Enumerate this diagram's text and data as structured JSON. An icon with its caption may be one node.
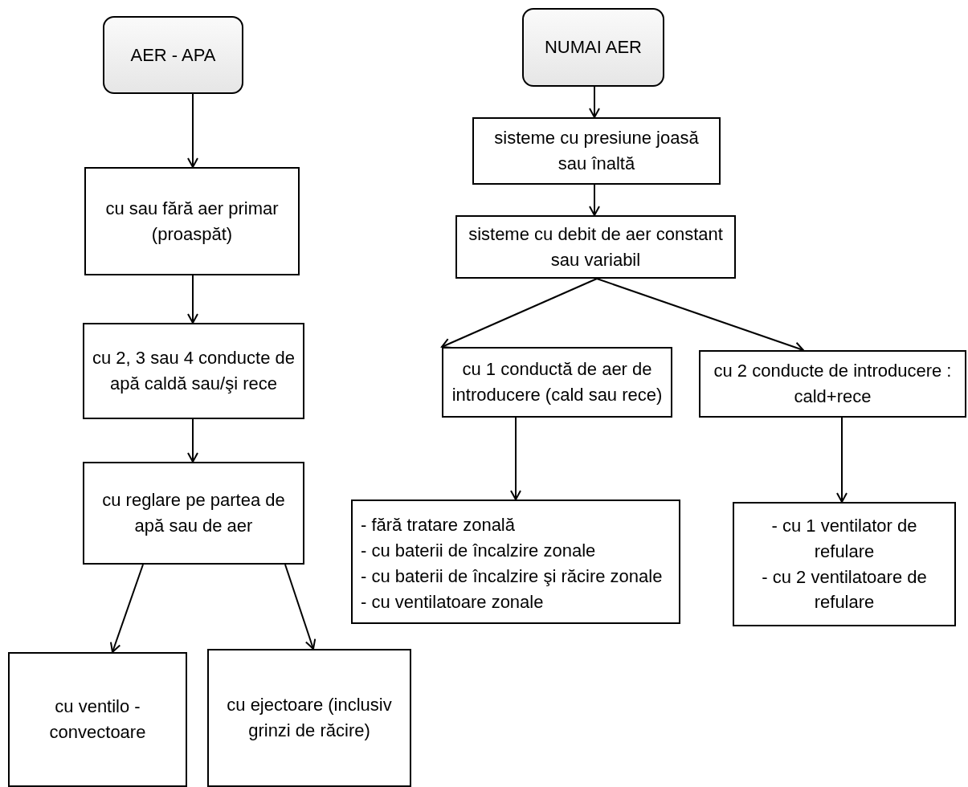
{
  "diagram": {
    "nodes": [
      {
        "text": [
          "AER - APA"
        ]
      },
      {
        "text": [
          "cu sau fără aer primar (proaspăt)"
        ]
      },
      {
        "text": [
          "cu 2, 3 sau 4 conducte de apă caldă sau/şi rece"
        ]
      },
      {
        "text": [
          "cu reglare pe partea de apă sau de aer"
        ]
      },
      {
        "text": [
          "cu ventilo - convectoare"
        ]
      },
      {
        "text": [
          "cu ejectoare (inclusiv grinzi de răcire)"
        ]
      },
      {
        "text": [
          "NUMAI AER"
        ]
      },
      {
        "text": [
          "sisteme cu presiune joasă sau înaltă"
        ]
      },
      {
        "text": [
          "sisteme cu debit de aer constant sau variabil"
        ]
      },
      {
        "text": [
          "cu 1 conductă de aer de introducere (cald sau rece)"
        ]
      },
      {
        "text": [
          "cu 2 conducte de introducere : cald+rece"
        ]
      },
      {
        "text": [
          "- fără tratare zonală",
          "- cu baterii de încalzire zonale",
          "- cu baterii de încalzire şi răcire zonale",
          "- cu ventilatoare zonale"
        ]
      },
      {
        "text": [
          "- cu 1 ventilator de refulare",
          "- cu 2 ventilatoare de refulare"
        ]
      }
    ],
    "edges": [
      {
        "from": 0,
        "to": 1,
        "arrow": "to"
      },
      {
        "from": 1,
        "to": 2,
        "arrow": "to"
      },
      {
        "from": 2,
        "to": 3,
        "arrow": "to"
      },
      {
        "from": 3,
        "to": 4,
        "arrow": "to"
      },
      {
        "from": 3,
        "to": 5,
        "arrow": "to"
      },
      {
        "from": 6,
        "to": 7,
        "arrow": "to"
      },
      {
        "from": 7,
        "to": 8,
        "arrow": "to"
      },
      {
        "from": 8,
        "to": 9,
        "arrow": "to"
      },
      {
        "from": 8,
        "to": 10,
        "arrow": "to"
      },
      {
        "from": 9,
        "to": 11,
        "arrow": "to"
      },
      {
        "from": 10,
        "to": 12,
        "arrow": "to"
      }
    ]
  }
}
